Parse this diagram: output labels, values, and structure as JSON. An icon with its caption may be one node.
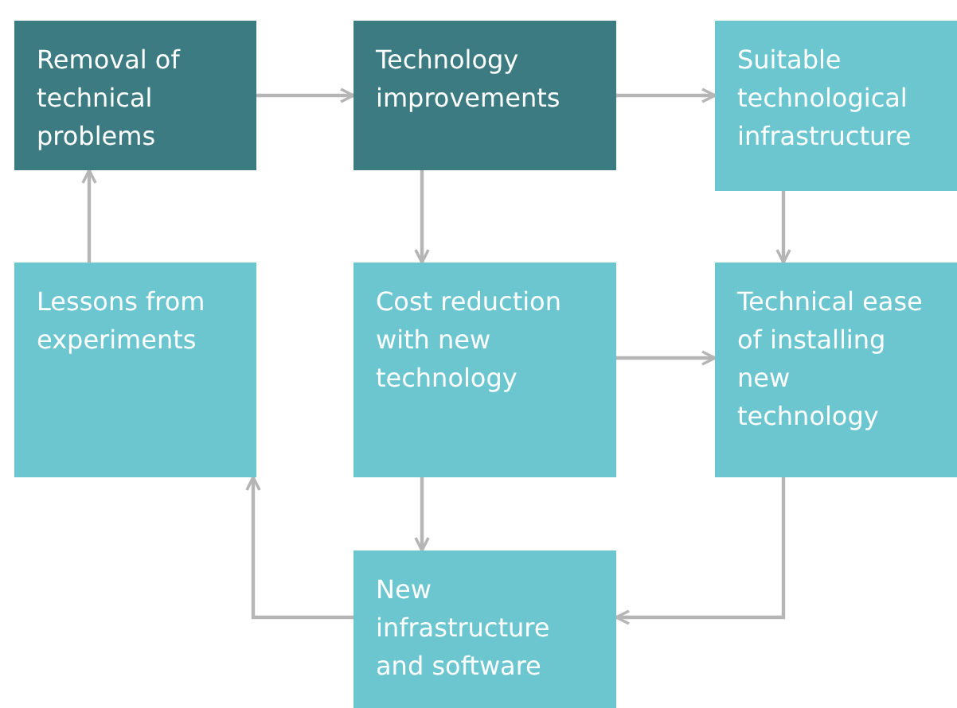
{
  "diagram": {
    "nodes": [
      {
        "text": [
          "Removal of technical problems"
        ]
      },
      {
        "text": [
          "Technology improvements"
        ]
      },
      {
        "text": [
          "Suitable technological infrastructure"
        ]
      },
      {
        "text": [
          "Lessons from experiments"
        ]
      },
      {
        "text": [
          "Cost reduction with new technology"
        ]
      },
      {
        "text": [
          "Technical ease of installing new technology"
        ]
      },
      {
        "text": [
          "New infrastructure and software"
        ]
      }
    ],
    "edges": [
      {
        "from": 0,
        "to": 1,
        "arrow": "to"
      },
      {
        "from": 1,
        "to": 2,
        "arrow": "to"
      },
      {
        "from": 1,
        "to": 4,
        "arrow": "to"
      },
      {
        "from": 2,
        "to": 5,
        "arrow": "to"
      },
      {
        "from": 4,
        "to": 5,
        "arrow": "to"
      },
      {
        "from": 4,
        "to": 6,
        "arrow": "to"
      },
      {
        "from": 5,
        "to": 6,
        "arrow": "to"
      },
      {
        "from": 6,
        "to": 3,
        "arrow": "to"
      },
      {
        "from": 3,
        "to": 0,
        "arrow": "to"
      }
    ]
  }
}
